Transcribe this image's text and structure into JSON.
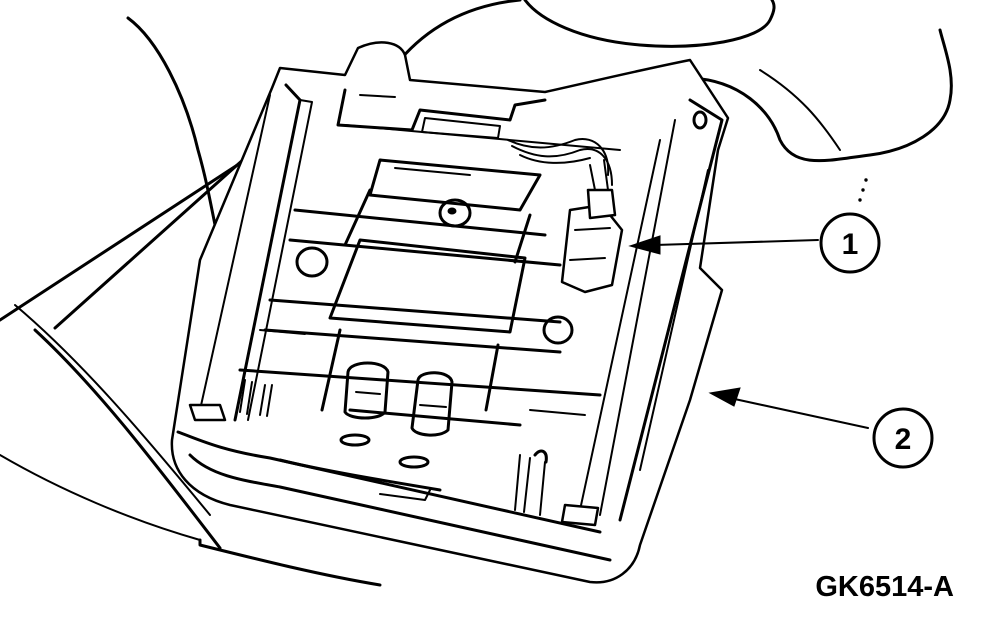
{
  "callouts": [
    {
      "label": "1"
    },
    {
      "label": "2"
    }
  ],
  "figure_code": "GK6514-A"
}
